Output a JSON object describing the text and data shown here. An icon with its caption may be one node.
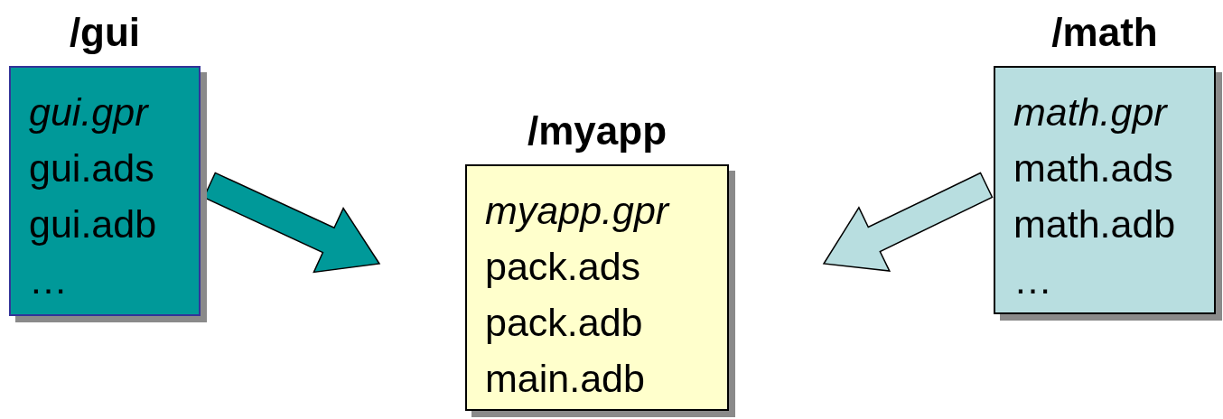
{
  "diagram": {
    "nodes": [
      {
        "text": [
          "/gui",
          "gui.gpr",
          "gui.ads",
          "gui.adb",
          "…"
        ]
      },
      {
        "text": [
          "/myapp",
          "myapp.gpr",
          "pack.ads",
          "pack.adb",
          "main.adb"
        ]
      },
      {
        "text": [
          "/math",
          "math.gpr",
          "math.ads",
          "math.adb",
          "…"
        ]
      }
    ],
    "edges": [
      {
        "from": 0,
        "to": 1,
        "arrow": "to",
        "style": "thick",
        "color": "#009999"
      },
      {
        "from": 2,
        "to": 1,
        "arrow": "to",
        "style": "thick",
        "color": "#b8dee0"
      }
    ]
  }
}
